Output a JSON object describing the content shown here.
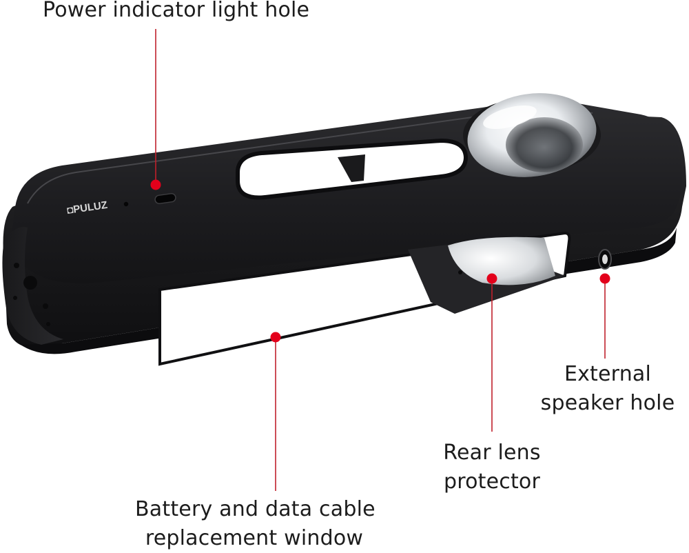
{
  "image": {
    "subject": "camera-protective-case",
    "brand_logo_text": "PULUZ",
    "colors": {
      "background": "#ffffff",
      "case_body": "#1f1f21",
      "case_highlight": "#3a3a3d",
      "marker": "#e3001b",
      "leader_line": "#c0202b",
      "label_text": "#1c1c1c"
    }
  },
  "callouts": {
    "power_indicator": {
      "lines": [
        "Power indicator light hole"
      ],
      "icon": "red-dot-marker"
    },
    "external_speaker": {
      "lines": [
        "External",
        "speaker hole"
      ],
      "icon": "red-dot-marker"
    },
    "rear_lens": {
      "lines": [
        "Rear lens",
        "protector"
      ],
      "icon": "red-dot-marker"
    },
    "battery_window": {
      "lines": [
        "Battery and data cable",
        "replacement window"
      ],
      "icon": "red-dot-marker"
    }
  }
}
